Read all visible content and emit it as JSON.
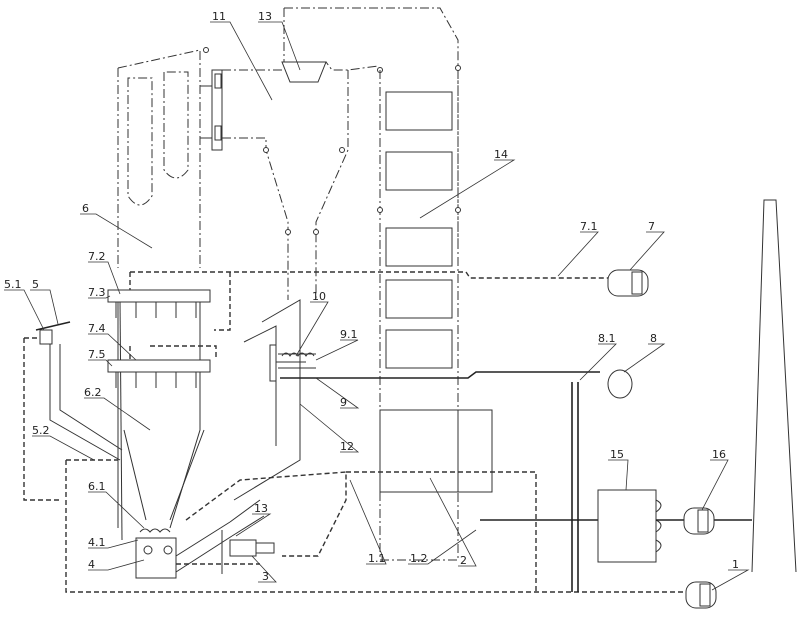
{
  "labels": {
    "l1": "1",
    "l2": "2",
    "l3": "3",
    "l4": "4",
    "l4_1": "4.1",
    "l5": "5",
    "l5_1": "5.1",
    "l5_2": "5.2",
    "l6": "6",
    "l6_1": "6.1",
    "l6_2": "6.2",
    "l7": "7",
    "l7_1": "7.1",
    "l7_2": "7.2",
    "l7_3": "7.3",
    "l7_4": "7.4",
    "l7_5": "7.5",
    "l8": "8",
    "l8_1": "8.1",
    "l9": "9",
    "l9_1": "9.1",
    "l10": "10",
    "l11": "11",
    "l12": "12",
    "l13a": "13",
    "l13b": "13",
    "l14": "14",
    "l15": "15",
    "l16": "16",
    "l1_1": "1.1",
    "l1_2": "1.2"
  }
}
